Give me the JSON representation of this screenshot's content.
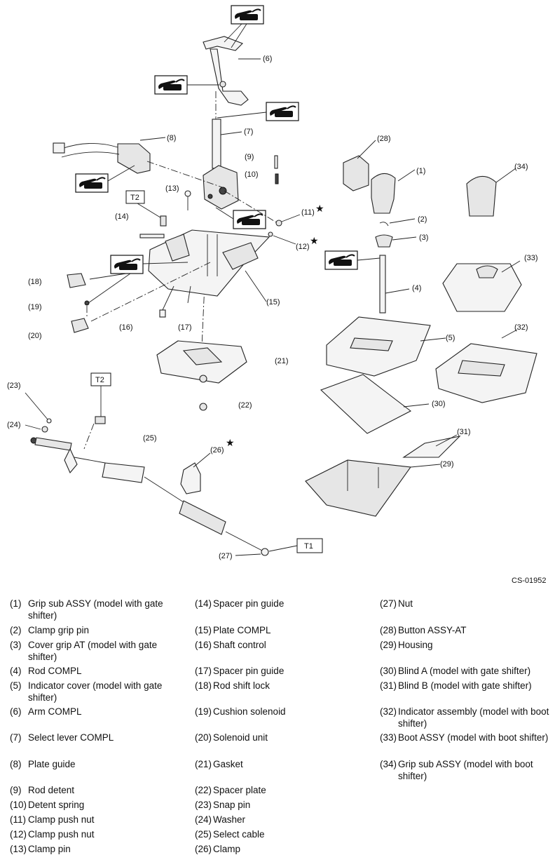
{
  "diagram": {
    "figure_code": "CS-01952",
    "callouts": [
      {
        "id": "c1",
        "text": "(1)"
      },
      {
        "id": "c2",
        "text": "(2)"
      },
      {
        "id": "c3",
        "text": "(3)"
      },
      {
        "id": "c4",
        "text": "(4)"
      },
      {
        "id": "c5",
        "text": "(5)"
      },
      {
        "id": "c6",
        "text": "(6)"
      },
      {
        "id": "c7",
        "text": "(7)"
      },
      {
        "id": "c8",
        "text": "(8)"
      },
      {
        "id": "c9",
        "text": "(9)"
      },
      {
        "id": "c10",
        "text": "(10)"
      },
      {
        "id": "c11",
        "text": "(11)"
      },
      {
        "id": "c12",
        "text": "(12)"
      },
      {
        "id": "c13",
        "text": "(13)"
      },
      {
        "id": "c14",
        "text": "(14)"
      },
      {
        "id": "c15",
        "text": "(15)"
      },
      {
        "id": "c16",
        "text": "(16)"
      },
      {
        "id": "c17",
        "text": "(17)"
      },
      {
        "id": "c18",
        "text": "(18)"
      },
      {
        "id": "c19",
        "text": "(19)"
      },
      {
        "id": "c20",
        "text": "(20)"
      },
      {
        "id": "c21",
        "text": "(21)"
      },
      {
        "id": "c22",
        "text": "(22)"
      },
      {
        "id": "c23",
        "text": "(23)"
      },
      {
        "id": "c24",
        "text": "(24)"
      },
      {
        "id": "c25",
        "text": "(25)"
      },
      {
        "id": "c26",
        "text": "(26)"
      },
      {
        "id": "c27",
        "text": "(27)"
      },
      {
        "id": "c28",
        "text": "(28)"
      },
      {
        "id": "c29",
        "text": "(29)"
      },
      {
        "id": "c30",
        "text": "(30)"
      },
      {
        "id": "c31",
        "text": "(31)"
      },
      {
        "id": "c32",
        "text": "(32)"
      },
      {
        "id": "c33",
        "text": "(33)"
      },
      {
        "id": "c34",
        "text": "(34)"
      }
    ],
    "torque_labels": {
      "t2_top": "T2",
      "t2_bottom": "T2",
      "t1": "T1"
    },
    "star_symbol": "★",
    "icon_grease": "grease-icon"
  },
  "legend": {
    "columns": [
      [
        {
          "num": "(1)",
          "text": "Grip sub ASSY (model with gate shifter)"
        },
        {
          "num": "(2)",
          "text": "Clamp grip pin"
        },
        {
          "num": "(3)",
          "text": "Cover grip AT (model with gate shifter)"
        },
        {
          "num": "(4)",
          "text": "Rod COMPL"
        },
        {
          "num": "(5)",
          "text": "Indicator cover (model with gate shifter)"
        },
        {
          "num": "(6)",
          "text": "Arm COMPL"
        },
        {
          "num": "(7)",
          "text": "Select lever COMPL"
        },
        {
          "num": "(8)",
          "text": "Plate guide"
        },
        {
          "num": "(9)",
          "text": "Rod detent"
        },
        {
          "num": "(10)",
          "text": "Detent spring"
        },
        {
          "num": "(11)",
          "text": "Clamp push nut"
        },
        {
          "num": "(12)",
          "text": "Clamp push nut"
        },
        {
          "num": "(13)",
          "text": "Clamp pin"
        }
      ],
      [
        {
          "num": "(14)",
          "text": "Spacer pin guide"
        },
        {
          "num": "(15)",
          "text": "Plate COMPL"
        },
        {
          "num": "(16)",
          "text": "Shaft control"
        },
        {
          "num": "(17)",
          "text": "Spacer pin guide"
        },
        {
          "num": "(18)",
          "text": "Rod shift lock"
        },
        {
          "num": "(19)",
          "text": "Cushion solenoid"
        },
        {
          "num": "(20)",
          "text": "Solenoid unit"
        },
        {
          "num": "(21)",
          "text": "Gasket"
        },
        {
          "num": "(22)",
          "text": "Spacer plate"
        },
        {
          "num": "(23)",
          "text": "Snap pin"
        },
        {
          "num": "(24)",
          "text": "Washer"
        },
        {
          "num": "(25)",
          "text": "Select cable"
        },
        {
          "num": "(26)",
          "text": "Clamp"
        }
      ],
      [
        {
          "num": "(27)",
          "text": "Nut"
        },
        {
          "num": "(28)",
          "text": "Button ASSY-AT"
        },
        {
          "num": "(29)",
          "text": "Housing"
        },
        {
          "num": "(30)",
          "text": "Blind A (model with gate shifter)"
        },
        {
          "num": "(31)",
          "text": "Blind B (model with gate shifter)"
        },
        {
          "num": "(32)",
          "text": "Indicator assembly (model with boot shifter)"
        },
        {
          "num": "(33)",
          "text": "Boot ASSY (model with boot shifter)"
        },
        {
          "num": "(34)",
          "text": "Grip sub ASSY (model with boot shifter)"
        }
      ]
    ]
  }
}
